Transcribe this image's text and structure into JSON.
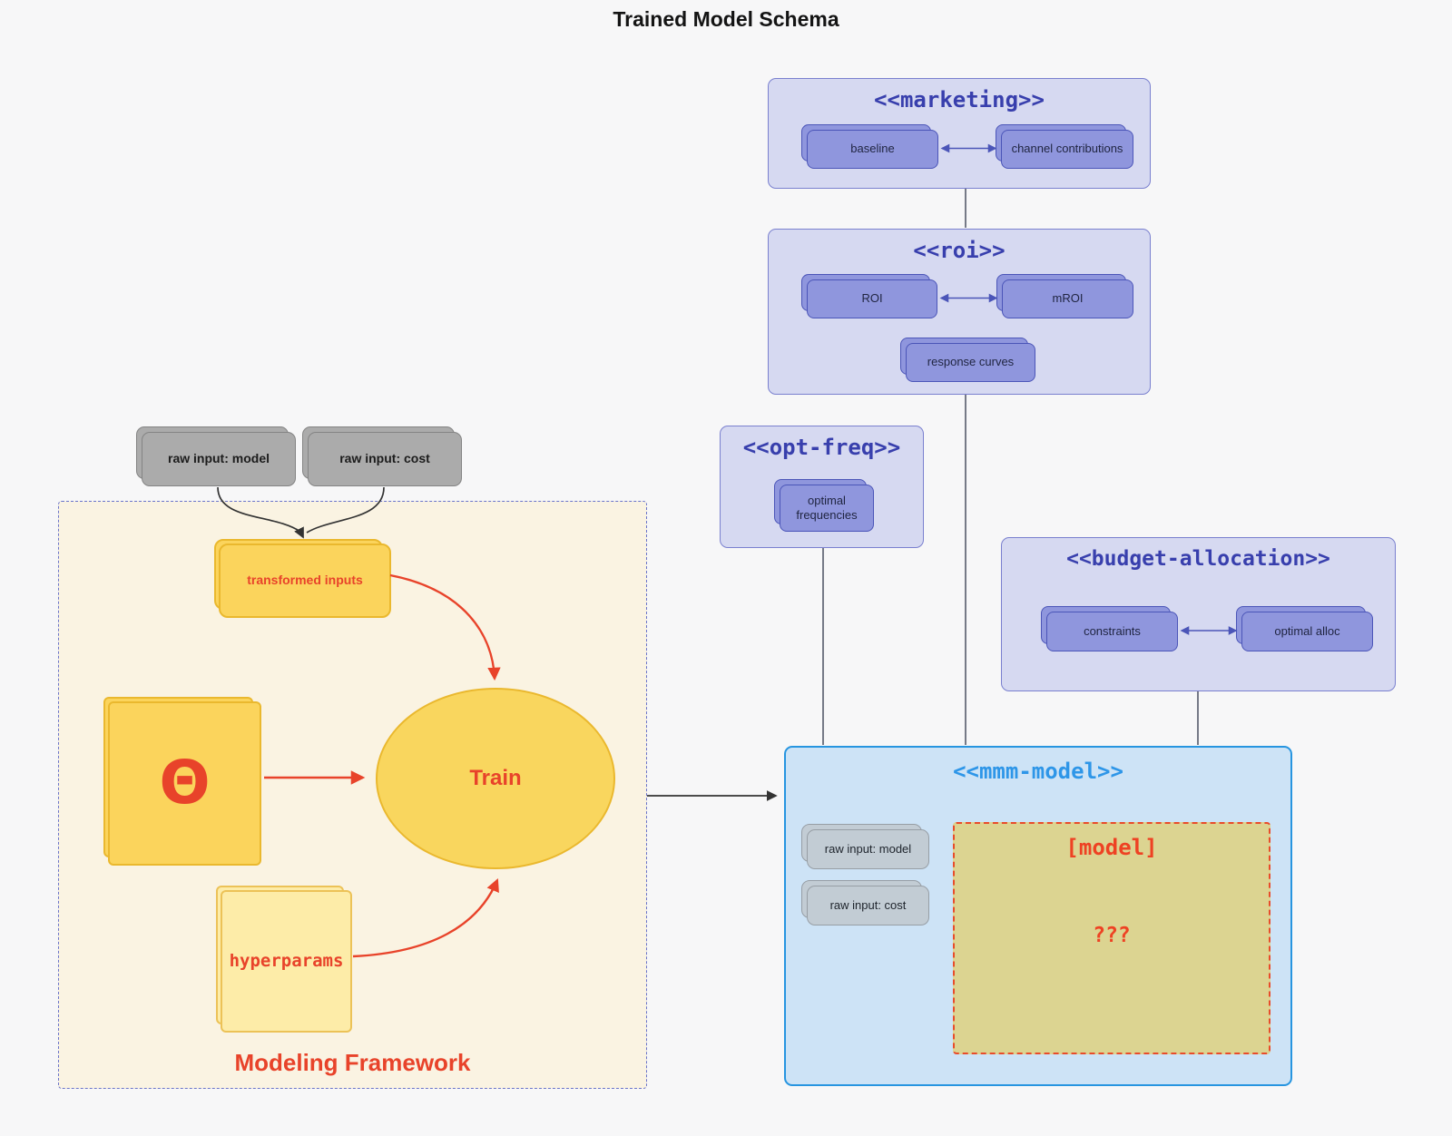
{
  "title": "Trained Model Schema",
  "colors": {
    "background": "#f7f7f8",
    "cluster_purple_fill": "#d6d9f1",
    "cluster_purple_border": "#7a80cf",
    "cluster_purple_title": "#383fad",
    "node_purple_fill": "#8f96dd",
    "node_purple_border": "#4b55b8",
    "mmm_fill": "#cde3f6",
    "mmm_border": "#2795e0",
    "mmm_title": "#2e96e8",
    "framework_fill": "#faf3e2",
    "framework_border": "#6a74cb",
    "yellow_fill": "#fbd45c",
    "yellow_light_fill": "#fdeca8",
    "yellow_border": "#eab82e",
    "gray_node_fill": "#ababab",
    "bluegray_node_fill": "#c2ccd4",
    "khaki_fill": "#dcd491",
    "red_accent": "#e8432a",
    "edge_dark": "#333333",
    "edge_gray": "#565b6b"
  },
  "clusters": {
    "marketing": {
      "title": "<<marketing>>",
      "nodes": {
        "baseline": "baseline",
        "channel_contributions": "channel contributions"
      }
    },
    "roi": {
      "title": "<<roi>>",
      "nodes": {
        "roi": "ROI",
        "mroi": "mROI",
        "response_curves": "response curves"
      }
    },
    "opt_freq": {
      "title": "<<opt-freq>>",
      "nodes": {
        "optimal_frequencies": "optimal frequencies"
      }
    },
    "budget_allocation": {
      "title": "<<budget-allocation>>",
      "nodes": {
        "constraints": "constraints",
        "optimal_alloc": "optimal alloc"
      }
    },
    "mmm_model": {
      "title": "<<mmm-model>>",
      "nodes": {
        "raw_input_model": "raw input: model",
        "raw_input_cost": "raw input: cost",
        "model_placeholder": "[model]",
        "unknown": "???"
      }
    },
    "modeling_framework": {
      "title": "Modeling Framework",
      "nodes": {
        "raw_input_model": "raw input: model",
        "raw_input_cost": "raw input: cost",
        "transformed_inputs": "transformed inputs",
        "theta": "Θ",
        "train": "Train",
        "hyperparams": "hyperparams"
      }
    }
  }
}
